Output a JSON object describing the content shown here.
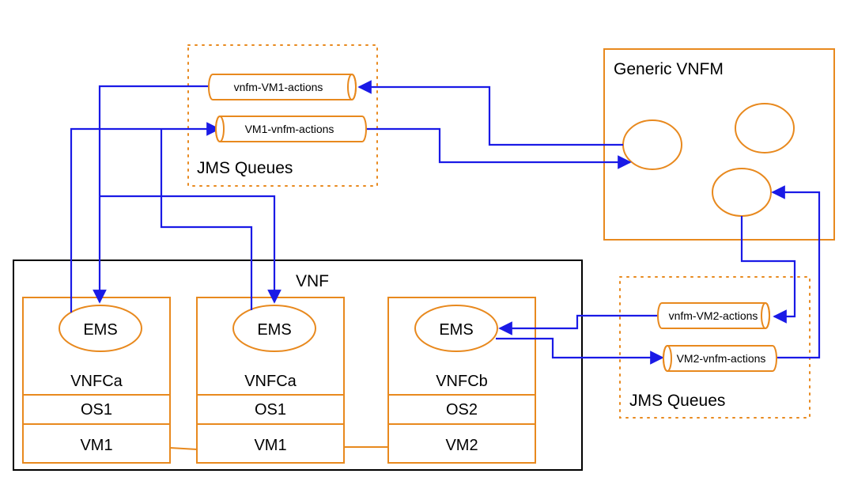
{
  "diagram": {
    "vnf_label": "VNF",
    "generic_vnfm_label": "Generic VNFM",
    "jms_queues_top_label": "JMS Queues",
    "jms_queues_bottom_label": "JMS Queues",
    "queues": {
      "vnfm_vm1": "vnfm-VM1-actions",
      "vm1_vnfm": "VM1-vnfm-actions",
      "vnfm_vm2": "vnfm-VM2-actions",
      "vm2_vnfm": "VM2-vnfm-actions"
    },
    "vnfcs": [
      {
        "ems": "EMS",
        "name": "VNFCa",
        "os": "OS1",
        "vm": "VM1"
      },
      {
        "ems": "EMS",
        "name": "VNFCa",
        "os": "OS1",
        "vm": "VM1"
      },
      {
        "ems": "EMS",
        "name": "VNFCb",
        "os": "OS2",
        "vm": "VM2"
      }
    ]
  },
  "colors": {
    "component": "#e8891e",
    "message_flow": "#1a1ae6",
    "vnf_border": "#000000"
  }
}
